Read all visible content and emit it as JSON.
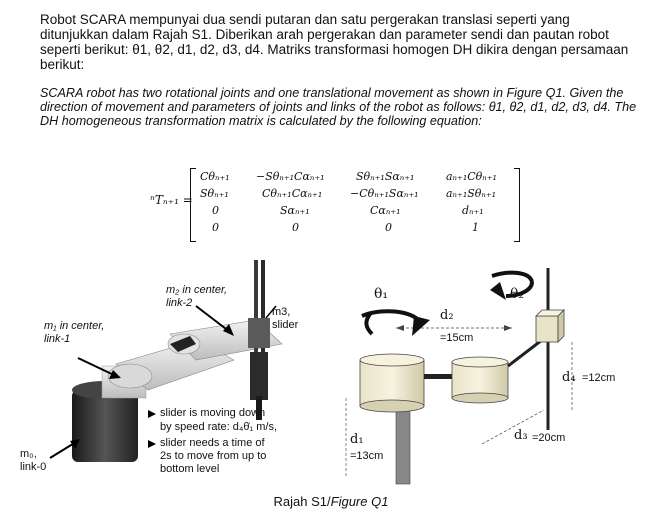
{
  "question": {
    "malay_text": "Robot SCARA mempunyai dua sendi putaran dan satu pergerakan translasi seperti yang ditunjukkan dalam Rajah S1. Diberikan arah pergerakan dan parameter sendi dan pautan robot seperti berikut: θ1, θ2, d1, d2, d3, d4. Matriks transformasi homogen DH dikira dengan persamaan berikut:",
    "english_text": "SCARA robot has two rotational joints and one translational movement as shown in Figure Q1. Given the direction of movement and parameters of joints and links of the robot as follows: θ1, θ2, d1, d2, d3, d4. The DH homogeneous transformation matrix is calculated by the following equation:"
  },
  "equation": {
    "lhs": "ⁿTₙ₊₁ =",
    "matrix": [
      [
        "Cθₙ₊₁",
        "−Sθₙ₊₁Cαₙ₊₁",
        "Sθₙ₊₁Sαₙ₊₁",
        "aₙ₊₁Cθₙ₊₁"
      ],
      [
        "Sθₙ₊₁",
        "Cθₙ₊₁Cαₙ₊₁",
        "−Cθₙ₊₁Sαₙ₊₁",
        "aₙ₊₁Sθₙ₊₁"
      ],
      [
        "0",
        "Sαₙ₊₁",
        "Cαₙ₊₁",
        "dₙ₊₁"
      ],
      [
        "0",
        "0",
        "0",
        "1"
      ]
    ]
  },
  "photo_labels": {
    "m2": "m₂ in center,",
    "link2": "link-2",
    "m3": "m3,",
    "slider": "slider",
    "m1": "m₁ in center,",
    "link1": "link-1",
    "m0": "m₀,",
    "link0": "link-0",
    "bullet1a": "slider is moving down",
    "bullet1b": "by speed rate: d₄θ̇₁ m/s,",
    "bullet2a": "slider needs a time of",
    "bullet2b": "2s to move from up to",
    "bullet2c": "bottom level"
  },
  "diagram_labels": {
    "theta1": "θ₁",
    "theta2": "θ₂",
    "d2": "d₂",
    "d2_value": "=15cm",
    "d4": "d₄",
    "d4_value": "=12cm",
    "d1": "d₁",
    "d1_value": "=13cm",
    "d3": "d₃",
    "d3_value": "=20cm"
  },
  "caption": {
    "malay": "Rajah S1/",
    "english": "Figure Q1"
  }
}
